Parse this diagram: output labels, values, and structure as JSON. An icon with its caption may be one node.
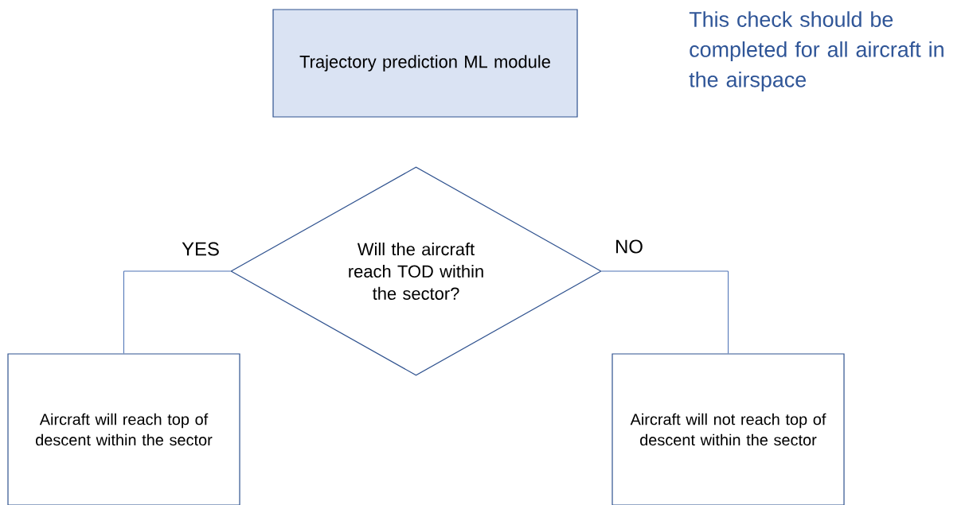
{
  "diagram": {
    "nodes": [
      {
        "text": [
          "Trajectory prediction ML module"
        ]
      },
      {
        "text": [
          "Will the aircraft reach TOD within the sector?"
        ]
      },
      {
        "text": [
          "Aircraft will reach top of descent within the sector"
        ]
      },
      {
        "text": [
          "Aircraft will not reach top of descent within the sector"
        ]
      }
    ],
    "edges": [
      {
        "from": 1,
        "to": 2,
        "arrow": "none",
        "label": "YES"
      },
      {
        "from": 1,
        "to": 3,
        "arrow": "none",
        "label": "NO"
      }
    ],
    "labels": [
      "This check should be completed for all aircraft in the airspace"
    ]
  }
}
